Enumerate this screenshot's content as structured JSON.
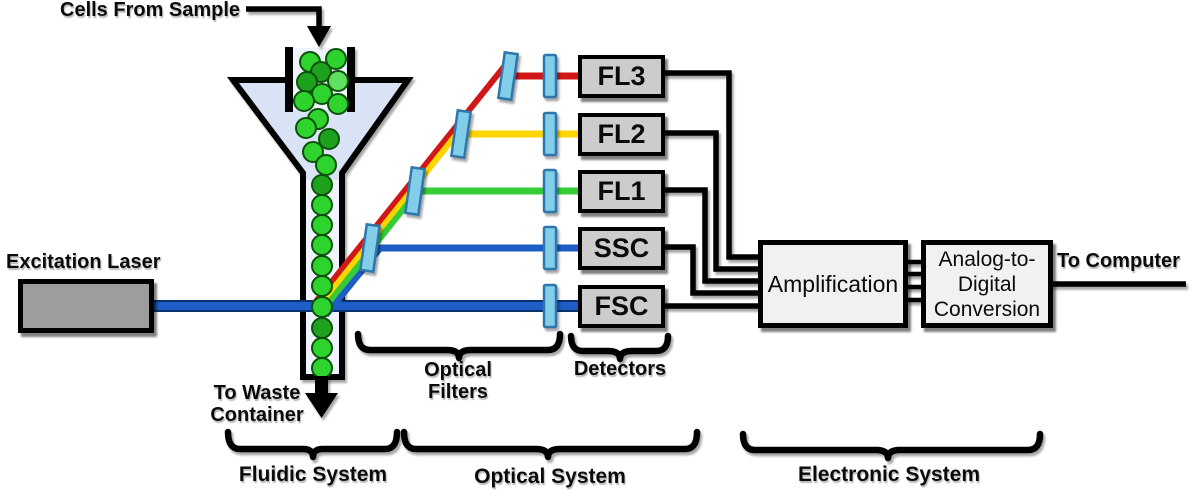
{
  "colors": {
    "funnel_fill": "#d9e3f5",
    "tube_fill": "#eef3fc",
    "cell_bright": "#2ed32e",
    "cell_mid": "#1ea21e",
    "cell_light": "#5fe05f",
    "beam_red": "#d01616",
    "beam_yellow": "#ffd400",
    "beam_green": "#36cc36",
    "beam_blue": "#1d5ec6",
    "beam_blue_dark": "#0a316e",
    "filter_fill": "#82cde8",
    "filter_border": "#2e77ad",
    "box_fill": "#cccccc",
    "panel_fill": "#f1f1f1",
    "laser_fill": "#9d9d9d"
  },
  "labels": {
    "cells_from_sample": "Cells From Sample",
    "excitation_laser": "Excitation Laser",
    "to_waste_line1": "To Waste",
    "to_waste_line2": "Container",
    "optical_filters_line1": "Optical",
    "optical_filters_line2": "Filters",
    "detectors": "Detectors",
    "to_computer": "To Computer"
  },
  "detectors": [
    {
      "label": "FL3"
    },
    {
      "label": "FL2"
    },
    {
      "label": "FL1"
    },
    {
      "label": "SSC"
    },
    {
      "label": "FSC"
    }
  ],
  "processing": {
    "amplification": "Amplification",
    "adc_line1": "Analog-to-",
    "adc_line2": "Digital",
    "adc_line3": "Conversion"
  },
  "systems": {
    "fluidic": "Fluidic System",
    "optical": "Optical System",
    "electronic": "Electronic System"
  }
}
